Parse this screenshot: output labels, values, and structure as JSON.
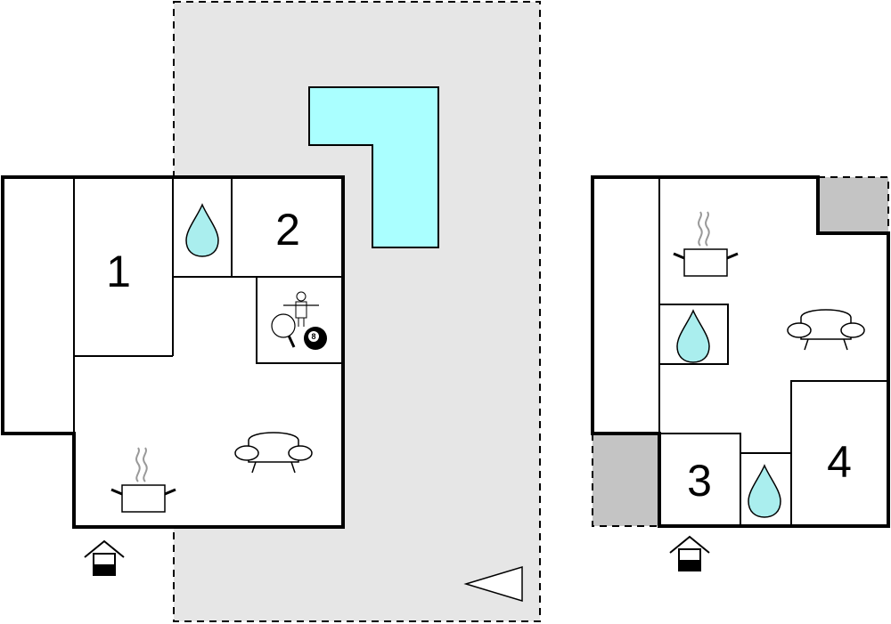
{
  "colors": {
    "terrace": "#e6e6e6",
    "pool": "#aaffff",
    "shaded": "#c4c4c4",
    "water_drop": "#aaeeee",
    "wall": "#000000"
  },
  "floor_plan_ground": {
    "rooms": [
      {
        "label": "1",
        "kind": "bedroom"
      },
      {
        "label": "2",
        "kind": "bedroom"
      }
    ],
    "icons": [
      "water-drop-icon",
      "table-tennis-icon",
      "table-football-icon",
      "billiard-ball-icon",
      "sofa-icon",
      "cooking-pot-icon",
      "entrance-icon"
    ]
  },
  "billiard_ball_number": "8",
  "floor_plan_upper": {
    "rooms": [
      {
        "label": "3",
        "kind": "bedroom"
      },
      {
        "label": "4",
        "kind": "bedroom"
      }
    ],
    "icons": [
      "cooking-pot-icon",
      "water-drop-icon",
      "sofa-icon",
      "water-drop-icon",
      "entrance-icon"
    ]
  },
  "compass": "direction-arrow-icon"
}
